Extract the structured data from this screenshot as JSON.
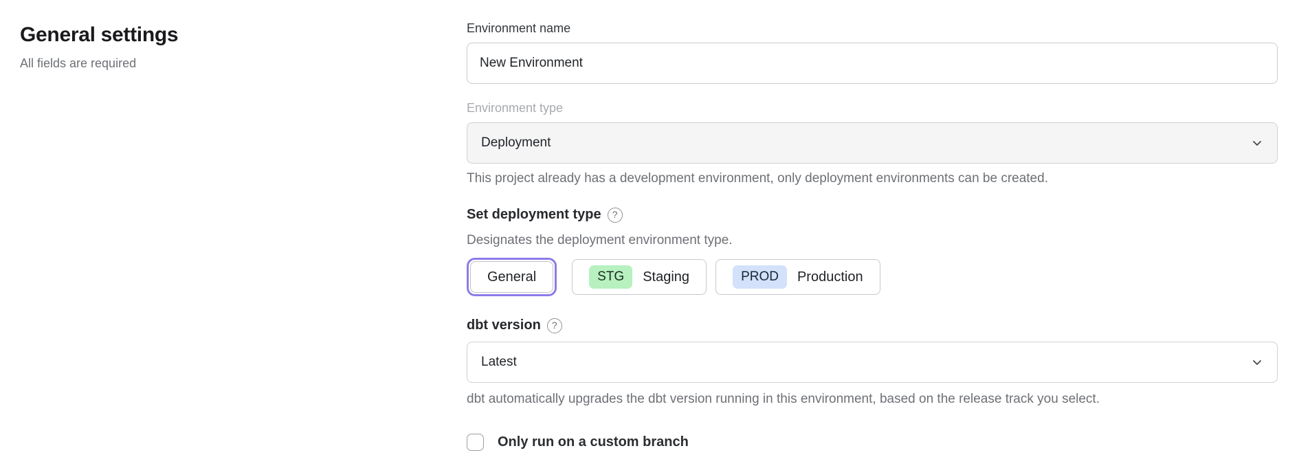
{
  "page": {
    "title": "General settings",
    "subtitle": "All fields are required"
  },
  "form": {
    "environment_name": {
      "label": "Environment name",
      "value": "New Environment"
    },
    "environment_type": {
      "label": "Environment type",
      "value": "Deployment",
      "disabled": true,
      "helper": "This project already has a development environment, only deployment environments can be created."
    },
    "deployment_type": {
      "label": "Set deployment type",
      "helper": "Designates the deployment environment type.",
      "options": [
        {
          "label": "General",
          "selected": true
        },
        {
          "badge": "STG",
          "label": "Staging",
          "selected": false
        },
        {
          "badge": "PROD",
          "label": "Production",
          "selected": false
        }
      ]
    },
    "dbt_version": {
      "label": "dbt version",
      "value": "Latest",
      "helper": "dbt automatically upgrades the dbt version running in this environment, based on the release track you select."
    },
    "custom_branch": {
      "label": "Only run on a custom branch",
      "checked": false
    }
  },
  "icons": {
    "help": "?",
    "chevron": "chevron-down"
  },
  "colors": {
    "accent_purple": "#8b7ce9",
    "badge_green": "#b7f1c0",
    "badge_blue": "#d3e2fa",
    "disabled_field_bg": "#f5f5f6"
  }
}
